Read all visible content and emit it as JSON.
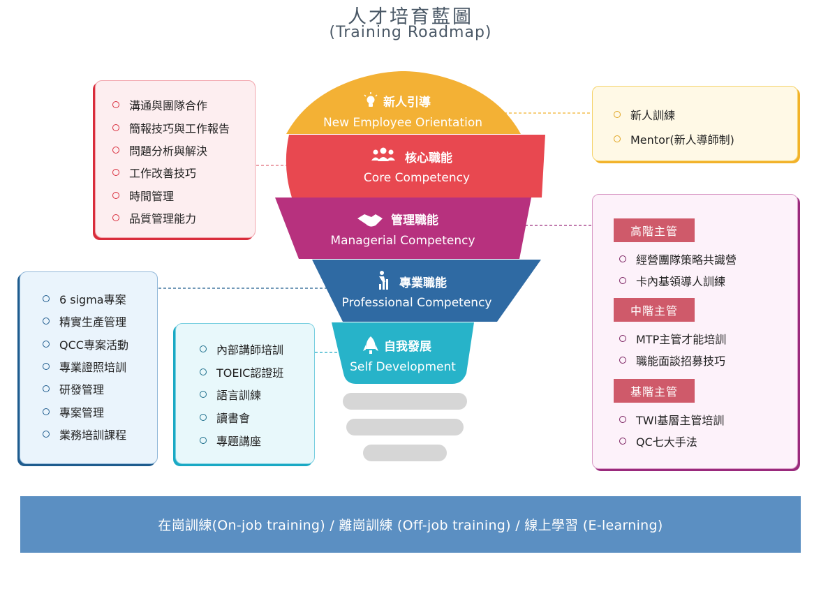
{
  "title": {
    "zh": "人才培育藍圖",
    "en": "(Training Roadmap)"
  },
  "bulb": {
    "segments": [
      {
        "zh": "新人引導",
        "en": "New Employee Orientation",
        "icon": "lightbulb-icon"
      },
      {
        "zh": "核心職能",
        "en": "Core Competency",
        "icon": "people-icon"
      },
      {
        "zh": "管理職能",
        "en": "Managerial Competency",
        "icon": "handshake-icon"
      },
      {
        "zh": "專業職能",
        "en": "Professional Competency",
        "icon": "climb-icon"
      },
      {
        "zh": "自我發展",
        "en": "Self Development",
        "icon": "rocket-icon"
      }
    ],
    "colors": [
      "#f3b135",
      "#e84850",
      "#b7317e",
      "#2f6aa3",
      "#27b3c9"
    ]
  },
  "core_box": {
    "items": [
      "溝通與團隊合作",
      "簡報技巧與工作報告",
      "問題分析與解決",
      "工作改善技巧",
      "時間管理",
      "品質管理能力"
    ]
  },
  "orientation_box": {
    "items": [
      "新人訓練",
      "Mentor(新人導師制)"
    ]
  },
  "professional_box": {
    "items": [
      "6 sigma專案",
      "精實生產管理",
      "QCC專案活動",
      "專業證照培訓",
      "研發管理",
      "專案管理",
      "業務培訓課程"
    ]
  },
  "self_box": {
    "items": [
      "內部講師培訓",
      "TOEIC認證班",
      "語言訓練",
      "讀書會",
      "專題講座"
    ]
  },
  "managerial_box": {
    "levels": [
      {
        "label": "高階主管",
        "items": [
          "經營團隊策略共識營",
          "卡內基領導人訓練"
        ]
      },
      {
        "label": "中階主管",
        "items": [
          "MTP主管才能培訓",
          "職能面談招募技巧"
        ]
      },
      {
        "label": "基階主管",
        "items": [
          "TWI基層主管培訓",
          "QC七大手法"
        ]
      }
    ]
  },
  "footer": {
    "text": "在崗訓練(On-job training) / 離崗訓練 (Off-job training) / 線上學習 (E-learning)"
  }
}
